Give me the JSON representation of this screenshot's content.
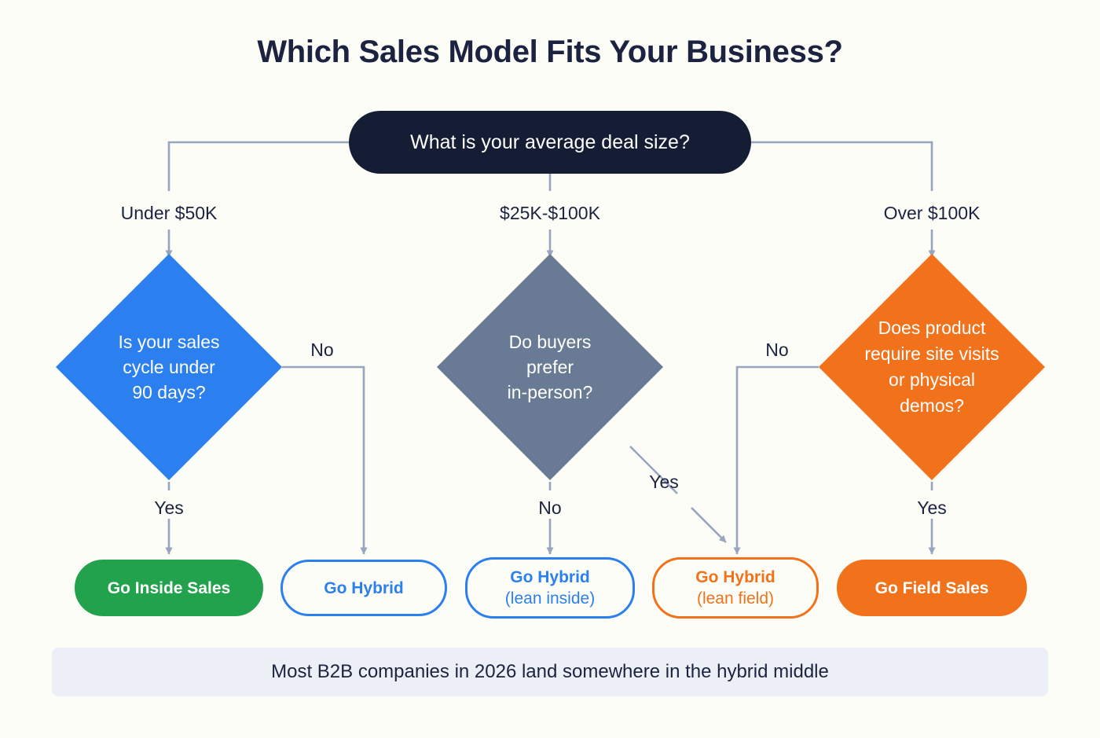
{
  "page": {
    "title": "Which Sales Model Fits Your Business?",
    "background_color": "#fdfdf7"
  },
  "colors": {
    "title_text": "#1b2340",
    "root_fill": "#151d35",
    "root_text": "#ffffff",
    "blue": "#2b7fee",
    "slate": "#697b94",
    "orange": "#f2721c",
    "green": "#24a council",
    "green_fill": "#23a24d",
    "connector": "#97a5be",
    "footer_bg": "#eceff5",
    "body_text": "#1b2340"
  },
  "root": {
    "label": "What is your average deal size?"
  },
  "branches": [
    {
      "label": "Under $50K"
    },
    {
      "label": "$25K-$100K"
    },
    {
      "label": "Over $100K"
    }
  ],
  "decisions": [
    {
      "id": "sales-cycle",
      "lines": [
        "Is your sales",
        "cycle under",
        "90 days?"
      ],
      "color": "#2b7fee",
      "yes_label": "Yes",
      "no_label": "No"
    },
    {
      "id": "buyer-preference",
      "lines": [
        "Do buyers",
        "prefer",
        "in-person?"
      ],
      "color": "#697b94",
      "yes_label": "Yes",
      "no_label": "No"
    },
    {
      "id": "site-visits",
      "lines": [
        "Does product",
        "require site visits",
        "or physical",
        "demos?"
      ],
      "color": "#f2721c",
      "yes_label": "Yes",
      "no_label": "No"
    }
  ],
  "outcomes": [
    {
      "id": "inside-sales",
      "line1": "Go Inside Sales",
      "line2": "",
      "style": "filled",
      "fill": "#23a24d",
      "text_color": "#ffffff",
      "border_color": "#23a24d"
    },
    {
      "id": "hybrid",
      "line1": "Go Hybrid",
      "line2": "",
      "style": "outline",
      "fill": "#fdfdf7",
      "text_color": "#2b7fee",
      "border_color": "#2b7fee"
    },
    {
      "id": "hybrid-lean-inside",
      "line1": "Go Hybrid",
      "line2": "(lean inside)",
      "style": "outline",
      "fill": "#fdfdf7",
      "text_color": "#2b7fee",
      "border_color": "#2b7fee"
    },
    {
      "id": "hybrid-lean-field",
      "line1": "Go Hybrid",
      "line2": "(lean field)",
      "style": "outline",
      "fill": "#fdfdf7",
      "text_color": "#f2721c",
      "border_color": "#f2721c"
    },
    {
      "id": "field-sales",
      "line1": "Go Field Sales",
      "line2": "",
      "style": "filled",
      "fill": "#f2721c",
      "text_color": "#ffffff",
      "border_color": "#f2721c"
    }
  ],
  "footer": {
    "text": "Most B2B companies in 2026 land somewhere in the hybrid middle"
  }
}
